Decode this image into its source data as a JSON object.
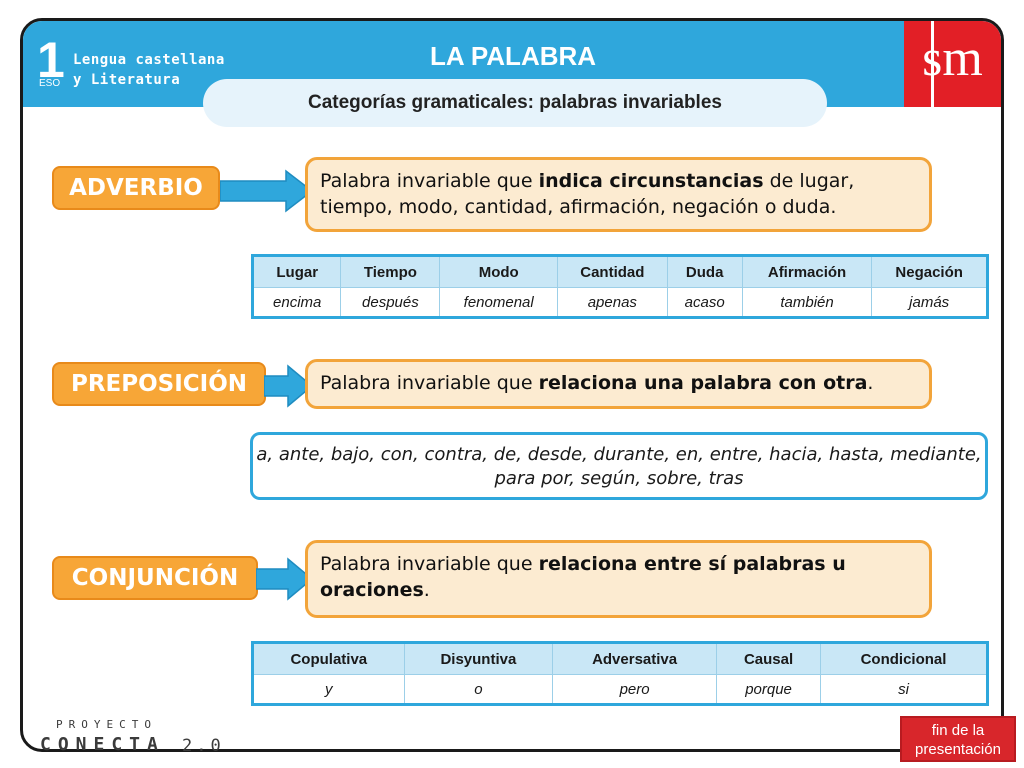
{
  "header": {
    "course_number": "1",
    "course_level": "ESO",
    "subject_line1": "Lengua castellana",
    "subject_line2": "y Literatura",
    "title": "LA PALABRA",
    "subtitle": "Categorías gramaticales: palabras invariables",
    "publisher_logo": "sm"
  },
  "colors": {
    "header_blue": "#2fa7dc",
    "label_orange": "#f7a637",
    "definition_fill": "#fcebd1",
    "logo_red": "#e21f26"
  },
  "adverbio": {
    "label": "ADVERBIO",
    "def_pre": "Palabra invariable que ",
    "def_bold": "indica circunstancias",
    "def_post": " de lugar, tiempo, modo, cantidad, afirmación, negación o duda.",
    "table": {
      "headers": [
        "Lugar",
        "Tiempo",
        "Modo",
        "Cantidad",
        "Duda",
        "Afirmación",
        "Negación"
      ],
      "values": [
        "encima",
        "después",
        "fenomenal",
        "apenas",
        "acaso",
        "también",
        "jamás"
      ]
    }
  },
  "preposicion": {
    "label": "PREPOSICIÓN",
    "def_pre": "Palabra invariable que ",
    "def_bold": "relaciona una palabra con otra",
    "def_post": ".",
    "list_line1": "a, ante, bajo, con, contra, de, desde, durante, en, entre, hacia, hasta, mediante,",
    "list_line2": "para por, según, sobre, tras"
  },
  "conjuncion": {
    "label": "CONJUNCIÓN",
    "def_pre": "Palabra invariable que ",
    "def_bold": "relaciona entre sí palabras u oraciones",
    "def_post": ".",
    "table": {
      "headers": [
        "Copulativa",
        "Disyuntiva",
        "Adversativa",
        "Causal",
        "Condicional"
      ],
      "values": [
        "y",
        "o",
        "pero",
        "porque",
        "si"
      ]
    }
  },
  "footer": {
    "brand_small": "PROYECTO",
    "brand_big": "CONECTA",
    "brand_version": "2.0",
    "end_line1": "fin de la",
    "end_line2": "presentación"
  }
}
